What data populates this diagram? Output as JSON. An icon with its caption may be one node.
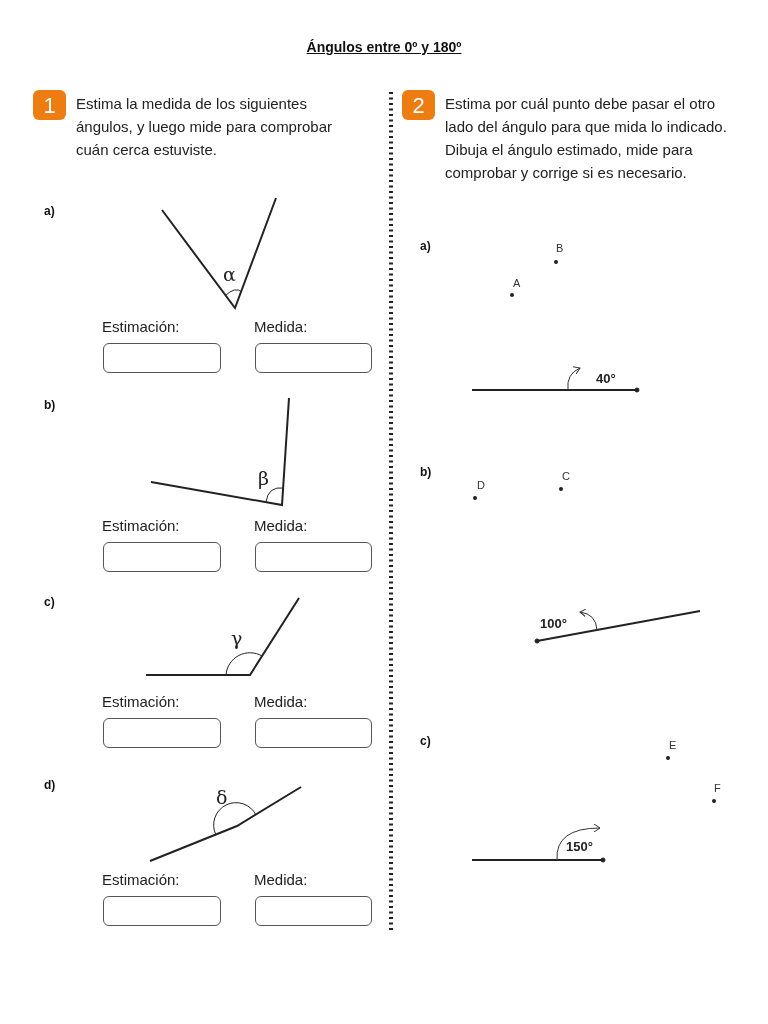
{
  "diagram": {
    "title": "Ángulos entre 0º y 180º",
    "nodes": [
      {
        "text": [
          "1"
        ],
        "beside": [
          "Estima la medida de los siguientes ángulos, y luego mide para comprobar cuán cerca estuviste."
        ]
      },
      {
        "text": [
          "2"
        ],
        "beside": [
          "Estima por cuál punto debe pasar el otro lado del ángulo para que mida lo indicado. Dibuja el ángulo estimado, mide para comprobar y corrige si es necesario."
        ]
      },
      {
        "text": [],
        "shape": "box",
        "beside": [
          "Estimación:"
        ]
      },
      {
        "text": [],
        "shape": "box",
        "beside": [
          "Medida:"
        ]
      },
      {
        "text": [],
        "shape": "box",
        "beside": [
          "Estimación:"
        ]
      },
      {
        "text": [],
        "shape": "box",
        "beside": [
          "Medida:"
        ]
      },
      {
        "text": [],
        "shape": "box",
        "beside": [
          "Estimación:"
        ]
      },
      {
        "text": [],
        "shape": "box",
        "beside": [
          "Medida:"
        ]
      },
      {
        "text": [],
        "shape": "box",
        "beside": [
          "Estimación:"
        ]
      },
      {
        "text": [],
        "shape": "box",
        "beside": [
          "Medida:"
        ]
      }
    ],
    "labels": [
      "a)",
      "a)",
      "B",
      "α",
      "A",
      "40°",
      "b)",
      "β",
      "b)",
      "C",
      "D",
      "c)",
      "100°",
      "γ",
      "c)",
      "E",
      "d)",
      "F",
      "δ",
      "150°"
    ]
  }
}
